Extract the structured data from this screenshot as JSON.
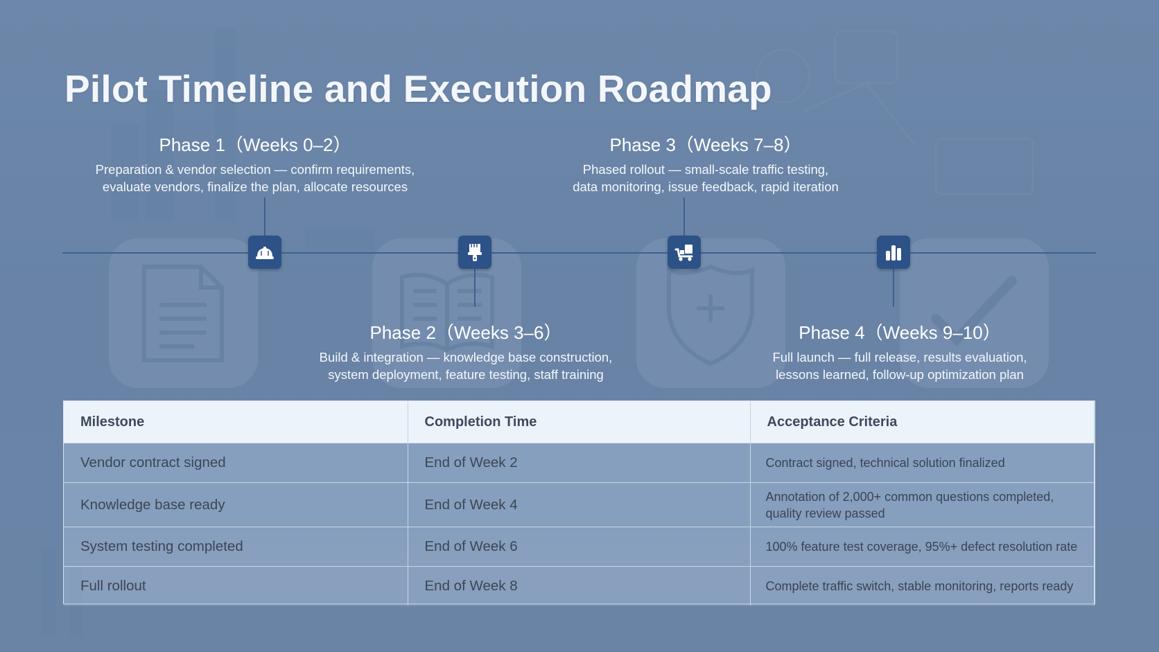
{
  "page": {
    "title": "Pilot Timeline and Execution Roadmap"
  },
  "colors": {
    "background": "#6a85a7",
    "accent": "#2c5287",
    "table_header": "#edf3fb"
  },
  "phases": [
    {
      "title": "Phase 1（Weeks 0–2）",
      "line1": "Preparation & vendor selection — confirm requirements,",
      "line2": "evaluate vendors, finalize the plan, allocate resources",
      "icon": "hard-hat-icon"
    },
    {
      "title": "Phase 2（Weeks 3–6）",
      "line1": "Build & integration — knowledge base construction,",
      "line2": "system deployment, feature testing, staff training",
      "icon": "paintbrush-icon"
    },
    {
      "title": "Phase 3（Weeks 7–8）",
      "line1": "Phased rollout — small-scale traffic testing,",
      "line2": "data monitoring, issue feedback, rapid iteration",
      "icon": "truck-icon"
    },
    {
      "title": "Phase 4（Weeks 9–10）",
      "line1": "Full launch — full release, results evaluation,",
      "line2": "lessons learned, follow-up optimization plan",
      "icon": "bar-chart-icon"
    }
  ],
  "table": {
    "headers": [
      "Milestone",
      "Completion Time",
      "Acceptance Criteria"
    ],
    "rows": [
      {
        "milestone": "Vendor contract signed",
        "time": "End of Week 2",
        "criteria_line1": "Contract signed, technical solution finalized",
        "criteria_line2": ""
      },
      {
        "milestone": "Knowledge base ready",
        "time": "End of Week 4",
        "criteria_line1": "Annotation of 2,000+ common questions completed,",
        "criteria_line2": "quality review passed"
      },
      {
        "milestone": "System testing completed",
        "time": "End of Week 6",
        "criteria_line1": "100% feature test coverage, 95%+ defect resolution rate",
        "criteria_line2": ""
      },
      {
        "milestone": "Full rollout",
        "time": "End of Week 8",
        "criteria_line1": "Complete traffic switch, stable monitoring, reports ready",
        "criteria_line2": ""
      }
    ]
  }
}
